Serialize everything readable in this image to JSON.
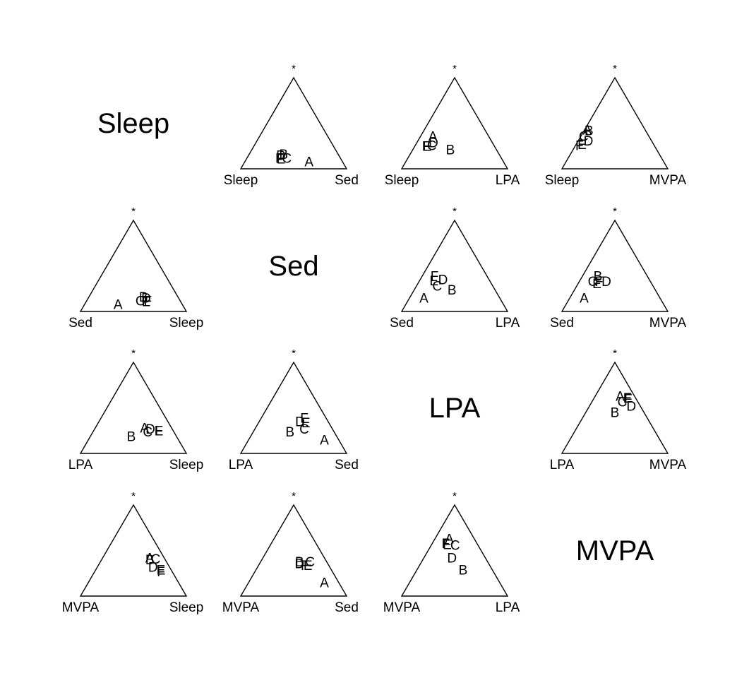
{
  "chart_data": {
    "type": "scatter",
    "matrix": "ternary-pairs",
    "variables": [
      "Sleep",
      "Sed",
      "LPA",
      "MVPA"
    ],
    "top_vertex_label": "*",
    "point_labels": [
      "A",
      "B",
      "C",
      "D",
      "E",
      "F"
    ],
    "panels": [
      {
        "row": 0,
        "col": 0,
        "kind": "label",
        "title": "Sleep"
      },
      {
        "row": 0,
        "col": 1,
        "kind": "ternary",
        "left": "Sleep",
        "right": "Sed",
        "top": "*",
        "points": [
          {
            "label": "A",
            "left": 0.32,
            "right": 0.61,
            "top": 0.07
          },
          {
            "label": "B",
            "left": 0.52,
            "right": 0.33,
            "top": 0.15
          },
          {
            "label": "C",
            "left": 0.51,
            "right": 0.38,
            "top": 0.11
          },
          {
            "label": "D",
            "left": 0.55,
            "right": 0.31,
            "top": 0.14
          },
          {
            "label": "E",
            "left": 0.57,
            "right": 0.33,
            "top": 0.1
          },
          {
            "label": "F",
            "left": 0.58,
            "right": 0.31,
            "top": 0.11
          }
        ]
      },
      {
        "row": 0,
        "col": 2,
        "kind": "ternary",
        "left": "Sleep",
        "right": "LPA",
        "top": "*",
        "points": [
          {
            "label": "A",
            "left": 0.53,
            "right": 0.12,
            "top": 0.35
          },
          {
            "label": "B",
            "left": 0.44,
            "right": 0.36,
            "top": 0.2
          },
          {
            "label": "C",
            "left": 0.59,
            "right": 0.16,
            "top": 0.25
          },
          {
            "label": "D",
            "left": 0.56,
            "right": 0.16,
            "top": 0.28
          },
          {
            "label": "E",
            "left": 0.64,
            "right": 0.12,
            "top": 0.24
          },
          {
            "label": "F",
            "left": 0.65,
            "right": 0.11,
            "top": 0.24
          }
        ]
      },
      {
        "row": 0,
        "col": 3,
        "kind": "ternary",
        "left": "Sleep",
        "right": "MVPA",
        "top": "*",
        "points": [
          {
            "label": "A",
            "left": 0.55,
            "right": 0.03,
            "top": 0.42
          },
          {
            "label": "B",
            "left": 0.54,
            "right": 0.05,
            "top": 0.41
          },
          {
            "label": "C",
            "left": 0.62,
            "right": 0.03,
            "top": 0.35
          },
          {
            "label": "D",
            "left": 0.6,
            "right": 0.1,
            "top": 0.3
          },
          {
            "label": "E",
            "left": 0.68,
            "right": 0.06,
            "top": 0.26
          },
          {
            "label": "F",
            "left": 0.71,
            "right": 0.04,
            "top": 0.25
          }
        ]
      },
      {
        "row": 1,
        "col": 0,
        "kind": "ternary",
        "left": "Sed",
        "right": "Sleep",
        "top": "*",
        "points": [
          {
            "label": "A",
            "left": 0.61,
            "right": 0.32,
            "top": 0.07
          },
          {
            "label": "B",
            "left": 0.33,
            "right": 0.52,
            "top": 0.15
          },
          {
            "label": "C",
            "left": 0.38,
            "right": 0.51,
            "top": 0.11
          },
          {
            "label": "D",
            "left": 0.31,
            "right": 0.55,
            "top": 0.14
          },
          {
            "label": "E",
            "left": 0.33,
            "right": 0.57,
            "top": 0.1
          },
          {
            "label": "F",
            "left": 0.31,
            "right": 0.58,
            "top": 0.11
          }
        ]
      },
      {
        "row": 1,
        "col": 1,
        "kind": "label",
        "title": "Sed"
      },
      {
        "row": 1,
        "col": 2,
        "kind": "ternary",
        "left": "Sed",
        "right": "LPA",
        "top": "*",
        "points": [
          {
            "label": "A",
            "left": 0.72,
            "right": 0.14,
            "top": 0.14
          },
          {
            "label": "B",
            "left": 0.41,
            "right": 0.36,
            "top": 0.23
          },
          {
            "label": "C",
            "left": 0.53,
            "right": 0.2,
            "top": 0.27
          },
          {
            "label": "D",
            "left": 0.44,
            "right": 0.22,
            "top": 0.34
          },
          {
            "label": "E",
            "left": 0.53,
            "right": 0.14,
            "top": 0.33
          },
          {
            "label": "F",
            "left": 0.5,
            "right": 0.12,
            "top": 0.38
          }
        ]
      },
      {
        "row": 1,
        "col": 3,
        "kind": "ternary",
        "left": "Sed",
        "right": "MVPA",
        "top": "*",
        "points": [
          {
            "label": "A",
            "left": 0.72,
            "right": 0.14,
            "top": 0.14
          },
          {
            "label": "B",
            "left": 0.47,
            "right": 0.15,
            "top": 0.38
          },
          {
            "label": "C",
            "left": 0.55,
            "right": 0.13,
            "top": 0.32
          },
          {
            "label": "D",
            "left": 0.42,
            "right": 0.26,
            "top": 0.32
          },
          {
            "label": "E",
            "left": 0.52,
            "right": 0.18,
            "top": 0.3
          },
          {
            "label": "F",
            "left": 0.49,
            "right": 0.19,
            "top": 0.32
          }
        ]
      },
      {
        "row": 2,
        "col": 0,
        "kind": "ternary",
        "left": "LPA",
        "right": "Sleep",
        "top": "*",
        "points": [
          {
            "label": "A",
            "left": 0.26,
            "right": 0.47,
            "top": 0.27
          },
          {
            "label": "B",
            "left": 0.43,
            "right": 0.39,
            "top": 0.18
          },
          {
            "label": "C",
            "left": 0.25,
            "right": 0.52,
            "top": 0.23
          },
          {
            "label": "D",
            "left": 0.21,
            "right": 0.53,
            "top": 0.26
          },
          {
            "label": "E",
            "left": 0.14,
            "right": 0.62,
            "top": 0.24
          },
          {
            "label": "F",
            "left": 0.14,
            "right": 0.62,
            "top": 0.24
          }
        ]
      },
      {
        "row": 2,
        "col": 1,
        "kind": "ternary",
        "left": "LPA",
        "right": "Sed",
        "top": "*",
        "points": [
          {
            "label": "A",
            "left": 0.14,
            "right": 0.72,
            "top": 0.14
          },
          {
            "label": "B",
            "left": 0.42,
            "right": 0.35,
            "top": 0.23
          },
          {
            "label": "C",
            "left": 0.27,
            "right": 0.47,
            "top": 0.26
          },
          {
            "label": "D",
            "left": 0.27,
            "right": 0.39,
            "top": 0.34
          },
          {
            "label": "E",
            "left": 0.22,
            "right": 0.45,
            "top": 0.33
          },
          {
            "label": "F",
            "left": 0.21,
            "right": 0.41,
            "top": 0.38
          }
        ]
      },
      {
        "row": 2,
        "col": 2,
        "kind": "label",
        "title": "LPA"
      },
      {
        "row": 2,
        "col": 3,
        "kind": "ternary",
        "left": "LPA",
        "right": "MVPA",
        "top": "*",
        "points": [
          {
            "label": "A",
            "left": 0.14,
            "right": 0.24,
            "top": 0.62
          },
          {
            "label": "B",
            "left": 0.28,
            "right": 0.28,
            "top": 0.44
          },
          {
            "label": "C",
            "left": 0.15,
            "right": 0.29,
            "top": 0.56
          },
          {
            "label": "D",
            "left": 0.09,
            "right": 0.4,
            "top": 0.51
          },
          {
            "label": "E",
            "left": 0.08,
            "right": 0.32,
            "top": 0.6
          },
          {
            "label": "F",
            "left": 0.08,
            "right": 0.33,
            "top": 0.59
          }
        ]
      },
      {
        "row": 3,
        "col": 0,
        "kind": "ternary",
        "left": "MVPA",
        "right": "Sleep",
        "top": "*",
        "points": [
          {
            "label": "A",
            "left": 0.14,
            "right": 0.45,
            "top": 0.41
          },
          {
            "label": "B",
            "left": 0.15,
            "right": 0.46,
            "top": 0.39
          },
          {
            "label": "C",
            "left": 0.09,
            "right": 0.51,
            "top": 0.4
          },
          {
            "label": "D",
            "left": 0.16,
            "right": 0.53,
            "top": 0.31
          },
          {
            "label": "E",
            "left": 0.1,
            "right": 0.62,
            "top": 0.28
          },
          {
            "label": "F",
            "left": 0.11,
            "right": 0.63,
            "top": 0.26
          }
        ]
      },
      {
        "row": 3,
        "col": 1,
        "kind": "ternary",
        "left": "MVPA",
        "right": "Sed",
        "top": "*",
        "points": [
          {
            "label": "A",
            "left": 0.14,
            "right": 0.72,
            "top": 0.14
          },
          {
            "label": "B",
            "left": 0.26,
            "right": 0.37,
            "top": 0.37
          },
          {
            "label": "C",
            "left": 0.16,
            "right": 0.47,
            "top": 0.37
          },
          {
            "label": "D",
            "left": 0.27,
            "right": 0.38,
            "top": 0.35
          },
          {
            "label": "E",
            "left": 0.2,
            "right": 0.47,
            "top": 0.33
          },
          {
            "label": "F",
            "left": 0.23,
            "right": 0.44,
            "top": 0.33
          }
        ]
      },
      {
        "row": 3,
        "col": 2,
        "kind": "ternary",
        "left": "MVPA",
        "right": "LPA",
        "top": "*",
        "points": [
          {
            "label": "A",
            "left": 0.24,
            "right": 0.14,
            "top": 0.62
          },
          {
            "label": "B",
            "left": 0.28,
            "right": 0.44,
            "top": 0.28
          },
          {
            "label": "C",
            "left": 0.22,
            "right": 0.23,
            "top": 0.55
          },
          {
            "label": "D",
            "left": 0.32,
            "right": 0.27,
            "top": 0.41
          },
          {
            "label": "E",
            "left": 0.29,
            "right": 0.15,
            "top": 0.56
          },
          {
            "label": "F",
            "left": 0.3,
            "right": 0.13,
            "top": 0.57
          }
        ]
      },
      {
        "row": 3,
        "col": 3,
        "kind": "label",
        "title": "MVPA"
      }
    ]
  }
}
